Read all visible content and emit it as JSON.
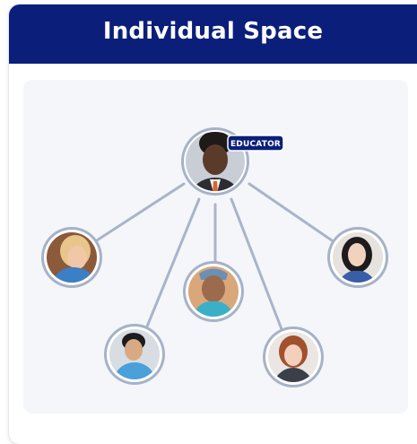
{
  "header": {
    "title": "Individual Space"
  },
  "network": {
    "hub": {
      "role_badge": "EDUCATOR"
    },
    "people": [
      {
        "id": "educator",
        "role": "educator"
      },
      {
        "id": "student-1",
        "role": "student"
      },
      {
        "id": "student-2",
        "role": "student"
      },
      {
        "id": "student-3",
        "role": "student"
      },
      {
        "id": "student-4",
        "role": "student"
      },
      {
        "id": "student-5",
        "role": "student"
      }
    ]
  },
  "colors": {
    "header_bg": "#0b1f7a",
    "badge_bg": "#0b1f7a",
    "connector": "#aab4c8",
    "avatar_ring": "#a7b2c7",
    "panel_bg": "#f4f6fa"
  }
}
